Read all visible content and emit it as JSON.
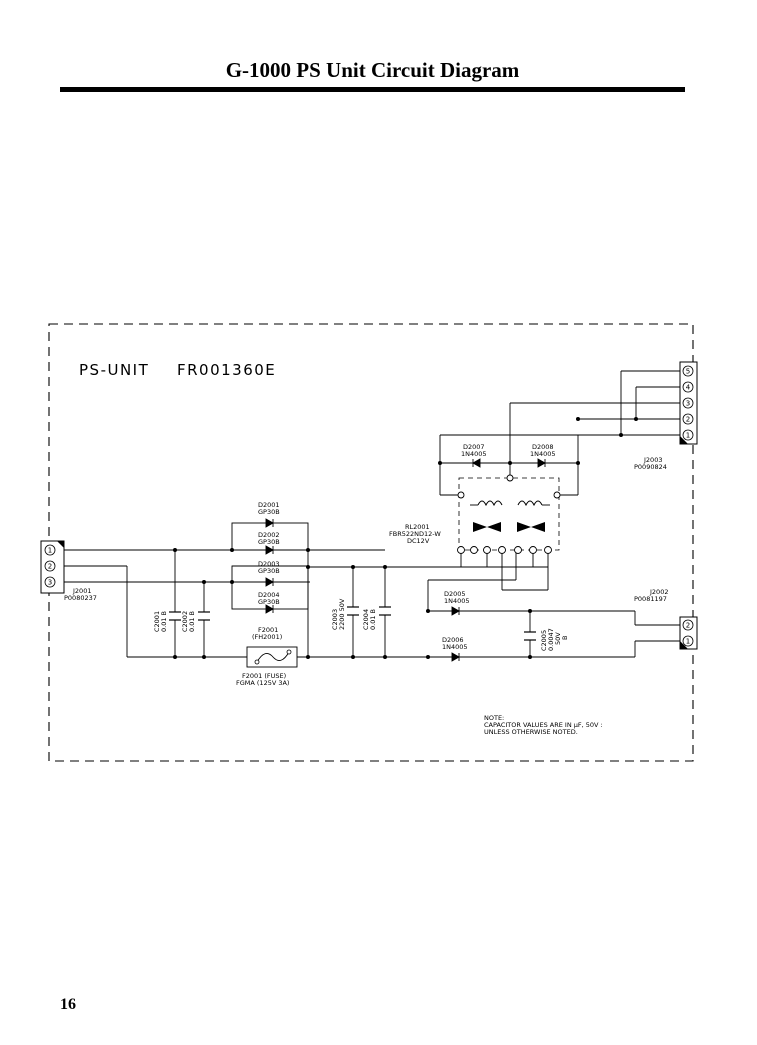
{
  "page": {
    "title": "G-1000 PS Unit Circuit Diagram",
    "page_number": "16"
  },
  "diagram": {
    "unit_name": "PS-UNIT",
    "part_number": "FR001360E",
    "connectors": {
      "j2001": {
        "ref": "J2001",
        "part": "P0080237",
        "pins": [
          "1",
          "2",
          "3"
        ]
      },
      "j2002": {
        "ref": "J2002",
        "part": "P0081197",
        "pins": [
          "2",
          "1"
        ]
      },
      "j2003": {
        "ref": "J2003",
        "part": "P0090824",
        "pins": [
          "5",
          "4",
          "3",
          "2",
          "1"
        ]
      }
    },
    "diodes": {
      "d2001": {
        "ref": "D2001",
        "type": "GP30B"
      },
      "d2002": {
        "ref": "D2002",
        "type": "GP30B"
      },
      "d2003": {
        "ref": "D2003",
        "type": "GP30B"
      },
      "d2004": {
        "ref": "D2004",
        "type": "GP30B"
      },
      "d2005": {
        "ref": "D2005",
        "type": "1N4005"
      },
      "d2006": {
        "ref": "D2006",
        "type": "1N4005"
      },
      "d2007": {
        "ref": "D2007",
        "type": "1N4005"
      },
      "d2008": {
        "ref": "D2008",
        "type": "1N4005"
      }
    },
    "capacitors": {
      "c2001": {
        "ref": "C2001",
        "value": "0.01 B"
      },
      "c2002": {
        "ref": "C2002",
        "value": "0.01 B"
      },
      "c2003": {
        "ref": "C2003",
        "value": "2200 50V"
      },
      "c2004": {
        "ref": "C2004",
        "value": "0.01 B"
      },
      "c2005": {
        "ref": "C2005",
        "value": "0.0047",
        "rating": "50V",
        "grade": "B"
      }
    },
    "relay": {
      "ref": "RL2001",
      "part": "FBR522ND12-W",
      "coil": "DC12V"
    },
    "fuse": {
      "ref": "F2001",
      "holder": "(FH2001)",
      "label": "F2001 (FUSE)",
      "rating": "FGMA (125V 3A)"
    },
    "note": {
      "heading": "NOTE:",
      "line1": "CAPACITOR VALUES ARE IN µF, 50V :",
      "line2": "UNLESS OTHERWISE NOTED."
    }
  }
}
